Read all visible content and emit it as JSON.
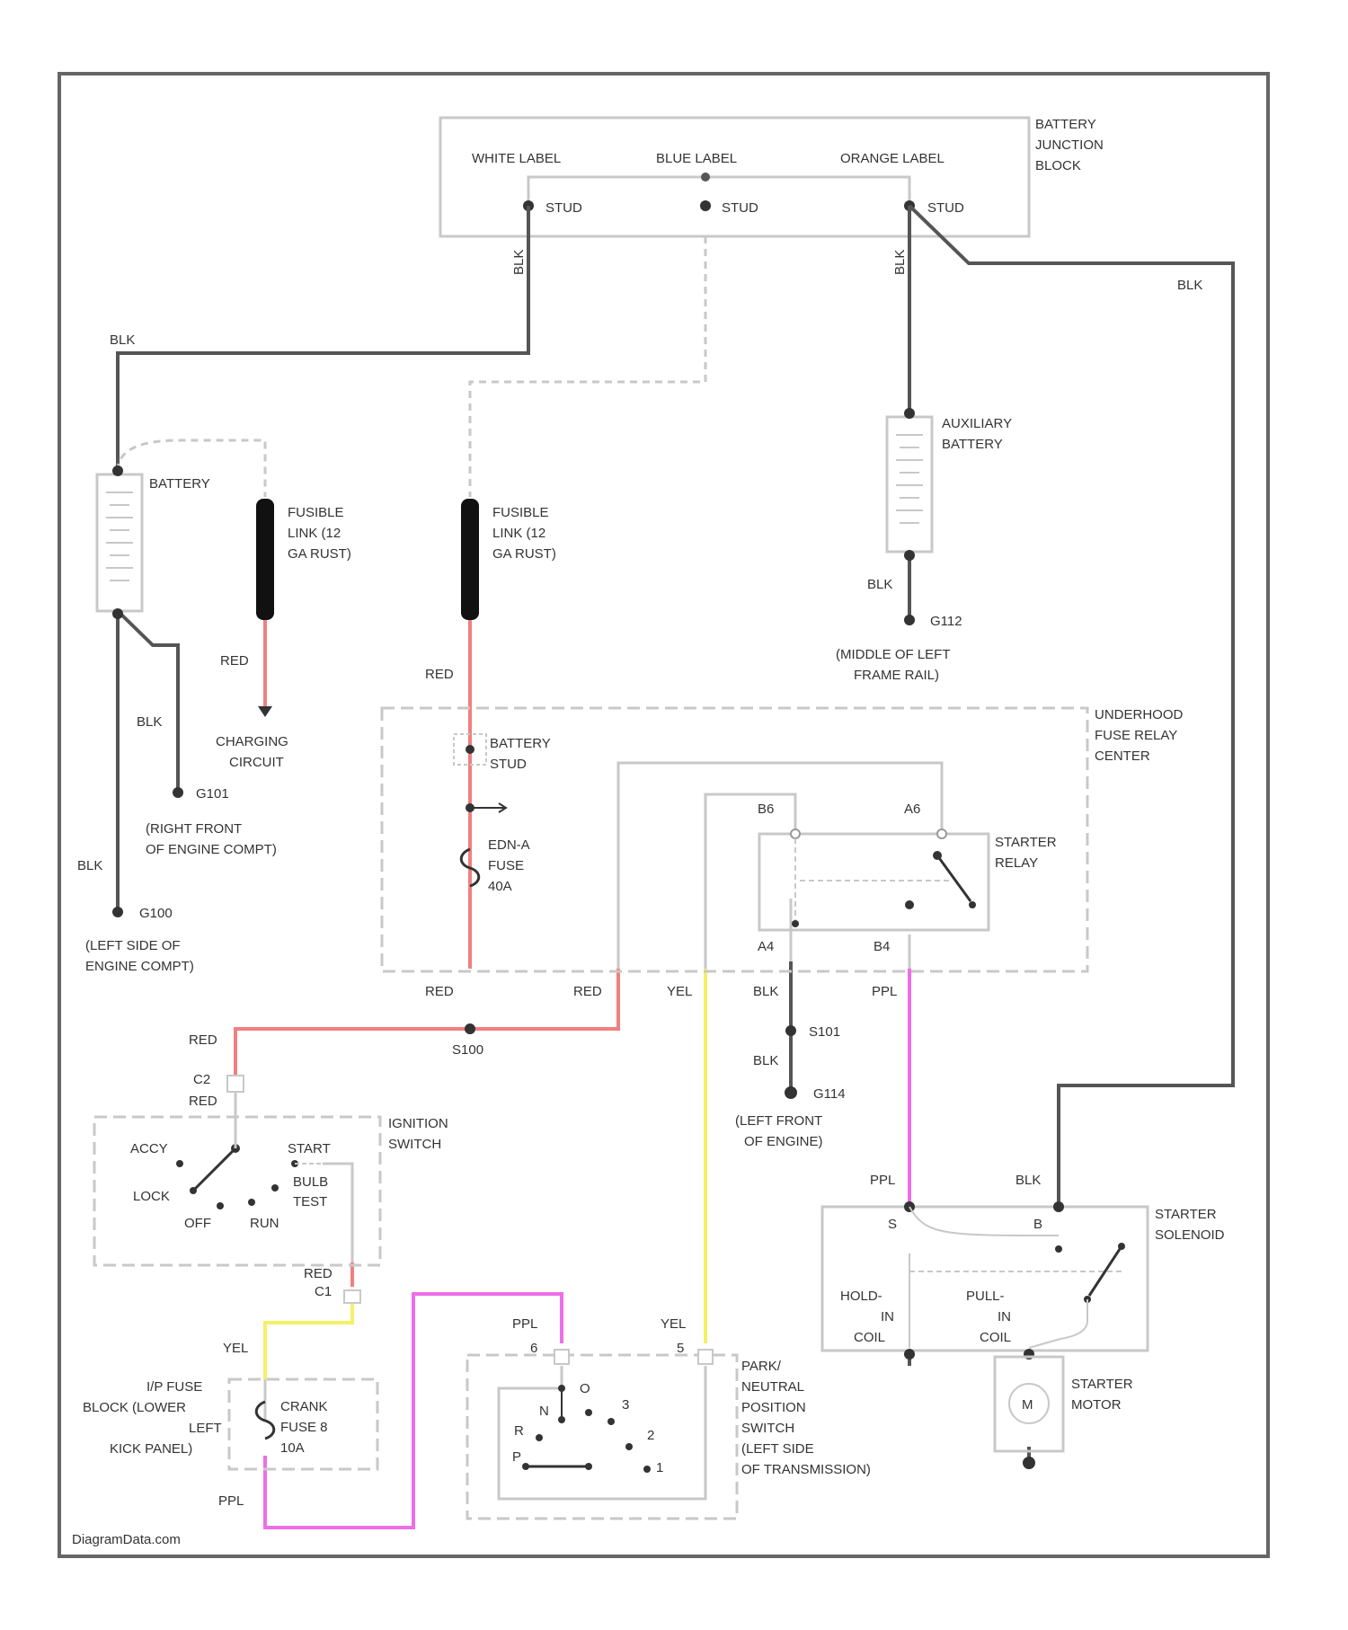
{
  "colors": {
    "frame": "#666666",
    "wire_black": "#555555",
    "wire_gray": "#c8c8c8",
    "wire_red": "#f08080",
    "wire_yellow": "#f6f068",
    "wire_purple": "#ee6ee6",
    "text": "#333333"
  },
  "battery_junction": {
    "white_label": "WHITE LABEL",
    "blue_label": "BLUE LABEL",
    "orange_label": "ORANGE LABEL",
    "stud": "STUD",
    "name": [
      "BATTERY",
      "JUNCTION",
      "BLOCK"
    ]
  },
  "battery": {
    "name": "BATTERY"
  },
  "aux_battery": {
    "name": [
      "AUXILIARY",
      "BATTERY"
    ]
  },
  "fusible_link_1": {
    "lines": [
      "FUSIBLE",
      "LINK (12",
      "GA RUST)"
    ]
  },
  "fusible_link_2": {
    "lines": [
      "FUSIBLE",
      "LINK (12",
      "GA RUST)"
    ]
  },
  "charging": {
    "lines": [
      "CHARGING",
      "CIRCUIT"
    ]
  },
  "grounds": {
    "g101": "G101",
    "g101_loc": [
      "(RIGHT FRONT",
      "OF ENGINE COMPT)"
    ],
    "g100": "G100",
    "g100_loc": [
      "(LEFT SIDE OF",
      "ENGINE COMPT)"
    ],
    "g112": "G112",
    "g112_loc": [
      "(MIDDLE OF LEFT",
      "FRAME RAIL)"
    ],
    "s101": "S101",
    "g114": "G114",
    "g114_loc": [
      "(LEFT FRONT",
      "OF ENGINE)"
    ]
  },
  "underhood": {
    "name": [
      "UNDERHOOD",
      "FUSE RELAY",
      "CENTER"
    ],
    "battery_stud": [
      "BATTERY",
      "STUD"
    ],
    "fuse": [
      "EDN-A",
      "FUSE",
      "40A"
    ]
  },
  "starter_relay": {
    "name": [
      "STARTER",
      "RELAY"
    ],
    "pin_b6": "B6",
    "pin_a6": "A6",
    "pin_a4": "A4",
    "pin_b4": "B4"
  },
  "splice_s100": "S100",
  "ignition": {
    "name": [
      "IGNITION",
      "SWITCH"
    ],
    "pin_c2_top": "C2",
    "pin_c1": "C1",
    "accy": "ACCY",
    "start": "START",
    "lock": "LOCK",
    "bulb_test": [
      "BULB",
      "TEST"
    ],
    "off": "OFF",
    "run": "RUN"
  },
  "ip_fuse": {
    "name": [
      "I/P FUSE",
      "BLOCK (LOWER",
      "LEFT",
      "KICK PANEL)"
    ],
    "fuse": [
      "CRANK",
      "FUSE 8",
      "10A"
    ]
  },
  "neutral_switch": {
    "name": [
      "PARK/",
      "NEUTRAL",
      "POSITION",
      "SWITCH",
      "(LEFT SIDE",
      "OF TRANSMISSION)"
    ],
    "pin_6": "6",
    "pin_5": "5",
    "positions": [
      "O",
      "N",
      "R",
      "P",
      "3",
      "2",
      "1"
    ]
  },
  "starter_solenoid": {
    "name": [
      "STARTER",
      "SOLENOID"
    ],
    "s": "S",
    "b": "B",
    "hold": [
      "HOLD-",
      "IN",
      "COIL"
    ],
    "pull": [
      "PULL-",
      "IN",
      "COIL"
    ]
  },
  "starter_motor": {
    "name": [
      "STARTER",
      "MOTOR"
    ],
    "symbol": "M"
  },
  "wires": {
    "blk": "BLK",
    "red": "RED",
    "yel": "YEL",
    "ppl": "PPL"
  },
  "watermark": "DiagramData.com"
}
